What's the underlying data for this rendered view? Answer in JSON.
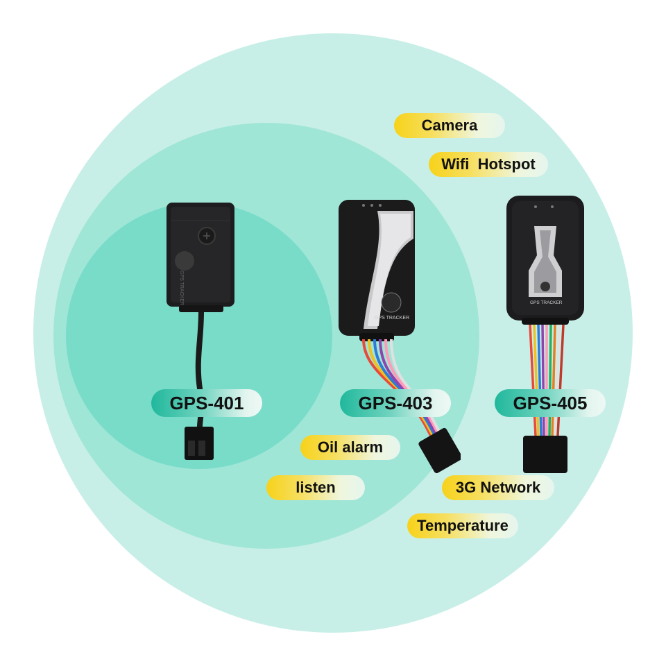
{
  "models": {
    "gps_401": "GPS-401",
    "gps_403": "GPS-403",
    "gps_405": "GPS-405"
  },
  "features": {
    "camera": "Camera",
    "wifi_hotspot": "Wifi  Hotspot",
    "oil_alarm": "Oil alarm",
    "listen": "listen",
    "network_3g": "3G Network",
    "temperature": "Temperature"
  },
  "device_print": {
    "gps_401_logo_text": "GPS TRACKER",
    "gps_403_logo_text": "GPS TRACKER",
    "gps_405_logo_text": "GPS TRACKER"
  },
  "colors": {
    "outer_circle": "#c8efe7",
    "middle_circle": "#a0e6d7",
    "inner_circle": "#79dcc9",
    "feature_pill_yellow": "#f7d21a",
    "model_pill_teal": "#20b89c"
  }
}
